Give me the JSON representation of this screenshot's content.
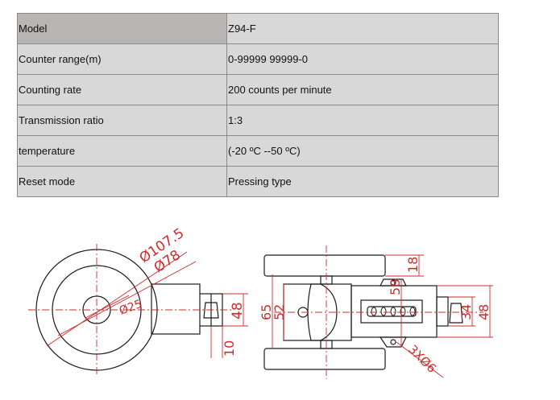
{
  "spec_rows": [
    {
      "label": "Model",
      "value": "Z94-F"
    },
    {
      "label": "Counter range(m)",
      "value": "0-99999  99999-0"
    },
    {
      "label": "Counting rate",
      "value": "200 counts per minute"
    },
    {
      "label": "Transmission ratio",
      "value": "1:3"
    },
    {
      "label": "temperature",
      "value": "(-20 ºC --50 ºC)"
    },
    {
      "label": "Reset mode",
      "value": "Pressing type"
    }
  ],
  "drawing": {
    "left_view": {
      "dim_outer": "Ø107.5",
      "dim_wheel": "Ø78",
      "dim_hub": "Ø25",
      "dim_height": "48",
      "dim_offset": "10"
    },
    "right_view": {
      "dim_18": "18",
      "dim_58": "58",
      "dim_65": "65",
      "dim_52": "52",
      "dim_34": "34",
      "dim_48": "48",
      "dim_holes": "3XØ6"
    }
  },
  "colors": {
    "line": "#1a1a1a",
    "dimension": "#cf2b2b",
    "header_cell": "#b9b5b4",
    "cell": "#d8d8d8"
  }
}
